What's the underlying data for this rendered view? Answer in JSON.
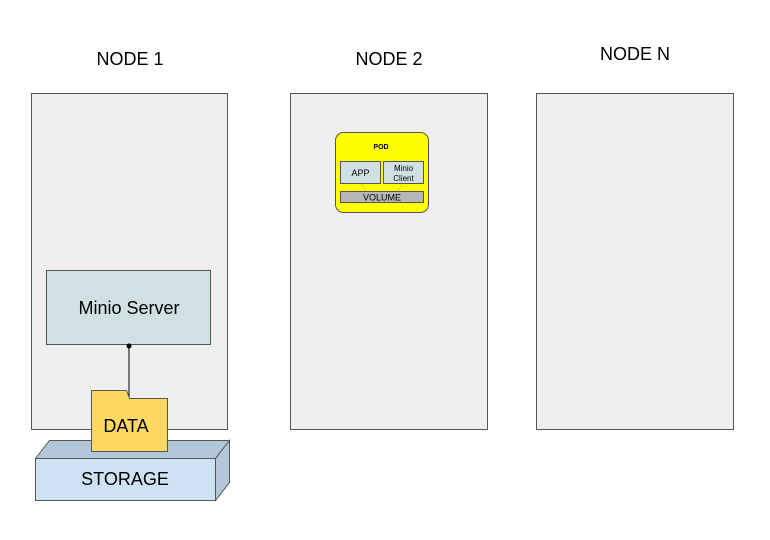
{
  "nodes": [
    {
      "title": "NODE 1"
    },
    {
      "title": "NODE 2"
    },
    {
      "title": "NODE N"
    }
  ],
  "server": {
    "label": "Minio Server"
  },
  "data_folder": {
    "label": "DATA"
  },
  "storage": {
    "label": "STORAGE"
  },
  "pod": {
    "title": "POD",
    "app_label": "APP",
    "client_label_line1": "Minio",
    "client_label_line2": "Client",
    "volume_label": "VOLUME"
  },
  "colors": {
    "node_fill": "#efefef",
    "node_stroke": "#555555",
    "server_fill": "#d0e0e3",
    "folder_fill": "#fdd963",
    "storage_fill": "#cfe2f3",
    "storage_side": "#b4c7da",
    "pod_fill": "#ffff00",
    "pod_inner_fill": "#d0e0e3",
    "volume_fill": "#b7b7b7",
    "connector_dots": "#e69138"
  }
}
